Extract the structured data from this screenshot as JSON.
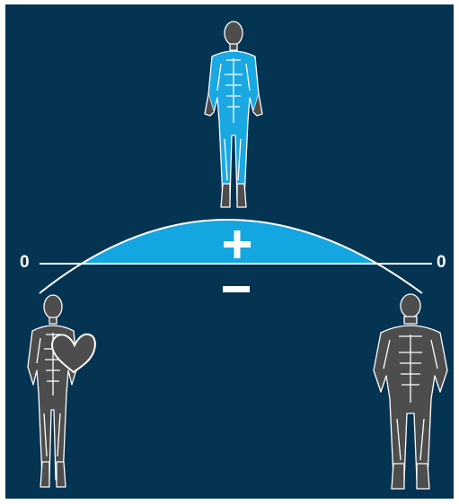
{
  "labels": {
    "zero_left": "0",
    "zero_right": "0"
  },
  "signs": {
    "positive": "+",
    "negative": "−"
  },
  "figures": [
    {
      "name": "balanced-figure",
      "color": "#1aa8e3"
    },
    {
      "name": "cardio-figure",
      "color": "#4d4d4d",
      "icon": "heart-icon"
    },
    {
      "name": "muscular-figure",
      "color": "#4d4d4d"
    }
  ],
  "colors": {
    "background": "#053352",
    "accent": "#13a6e1",
    "line": "#ffffff",
    "figure_dark": "#4d4d4d",
    "figure_blue": "#1aa8e3"
  }
}
